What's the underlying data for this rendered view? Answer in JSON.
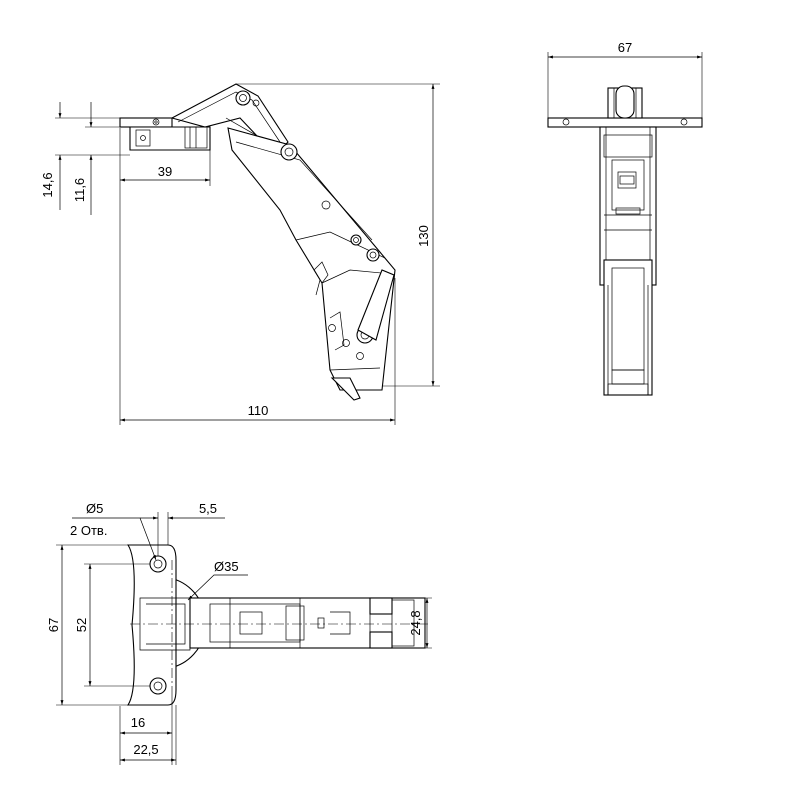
{
  "drawing": {
    "side_view": {
      "dim_height_a": "14,6",
      "dim_height_b": "11,6",
      "dim_offset": "39",
      "dim_total_height": "130",
      "dim_total_width": "110"
    },
    "front_view": {
      "dim_width": "67"
    },
    "plan_view": {
      "hole_diameter": "Ø5",
      "hole_count": "2 Отв.",
      "hole_offset": "5,5",
      "cup_diameter": "Ø35",
      "plate_height": "67",
      "hole_spacing": "52",
      "arm_width": "24,8",
      "cup_offset": "16",
      "plate_depth": "22,5"
    }
  }
}
